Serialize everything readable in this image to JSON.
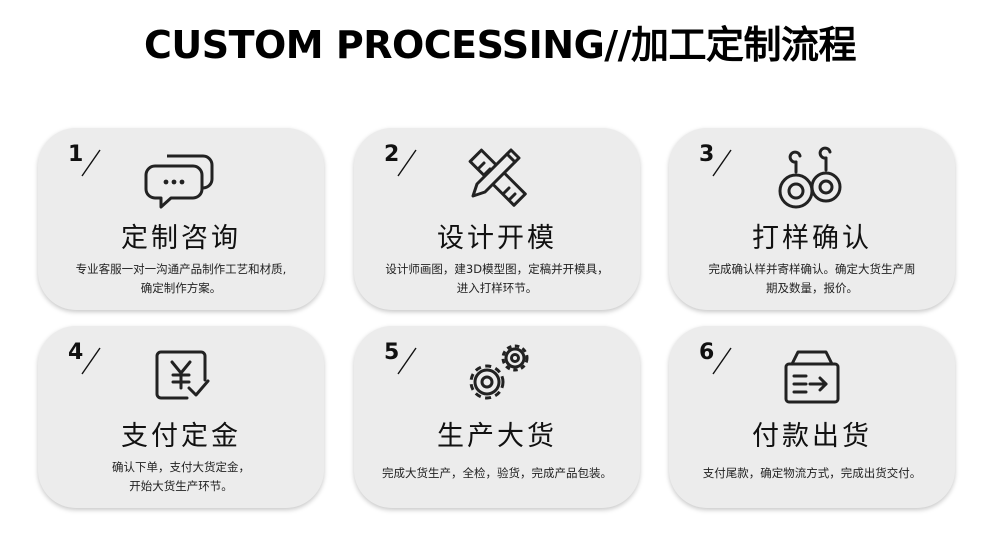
{
  "title": "CUSTOM PROCESSING//加工定制流程",
  "steps": [
    {
      "number": "1",
      "heading": "定制咨询",
      "icon": "chat-bubbles-icon",
      "desc": [
        "专业客服一对一沟通产品制作工艺和材质,",
        "确定制作方案。"
      ]
    },
    {
      "number": "2",
      "heading": "设计开模",
      "icon": "pencil-ruler-icon",
      "desc": [
        "设计师画图，建3D模型图，定稿并开模具，",
        "进入打样环节。"
      ]
    },
    {
      "number": "3",
      "heading": "打样确认",
      "icon": "earrings-icon",
      "desc": [
        "完成确认样并寄样确认。确定大货生产周",
        "期及数量，报价。"
      ]
    },
    {
      "number": "4",
      "heading": "支付定金",
      "icon": "yuan-payment-icon",
      "desc": [
        "确认下单，支付大货定金，",
        "开始大货生产环节。"
      ]
    },
    {
      "number": "5",
      "heading": "生产大货",
      "icon": "gears-icon",
      "desc": [
        "完成大货生产，全检，验货，完成产品包装。"
      ]
    },
    {
      "number": "6",
      "heading": "付款出货",
      "icon": "shipping-box-icon",
      "desc": [
        "支付尾款，确定物流方式，完成出货交付。"
      ]
    }
  ]
}
